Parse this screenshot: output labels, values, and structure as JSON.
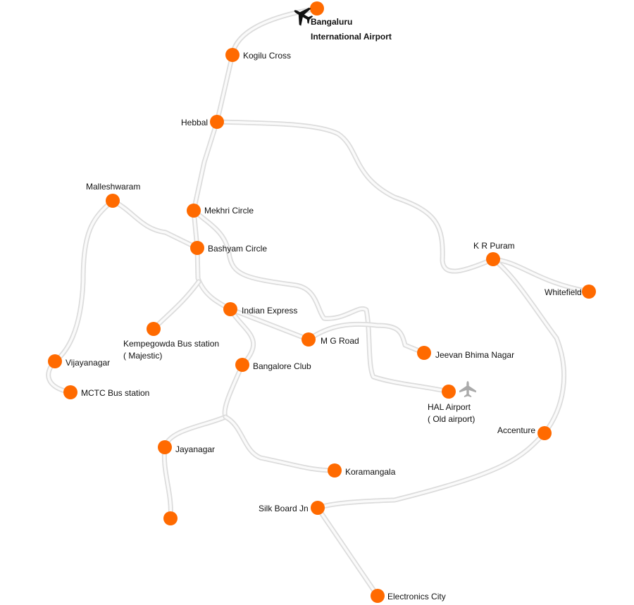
{
  "accent_color": "#ff6a00",
  "road_color": "#dcdcdc",
  "airport": {
    "line1": "Bangaluru",
    "line2": "International Airport",
    "icon": "airplane-icon"
  },
  "stations": [
    {
      "id": "kogilu",
      "name": "Kogilu Cross"
    },
    {
      "id": "hebbal",
      "name": "Hebbal"
    },
    {
      "id": "malleshwaram",
      "name": "Malleshwaram"
    },
    {
      "id": "mekhri",
      "name": "Mekhri Circle"
    },
    {
      "id": "bashyam",
      "name": "Bashyam Circle"
    },
    {
      "id": "indian-express",
      "name": "Indian Express"
    },
    {
      "id": "kempegowda",
      "name": "Kempegowda Bus station",
      "name2": "( Majestic)"
    },
    {
      "id": "mg-road",
      "name": "M G Road"
    },
    {
      "id": "bangalore-club",
      "name": "Bangalore Club"
    },
    {
      "id": "vijayanagar",
      "name": "Vijayanagar"
    },
    {
      "id": "mctc",
      "name": "MCTC Bus station"
    },
    {
      "id": "jeevan-bhima",
      "name": "Jeevan Bhima Nagar"
    },
    {
      "id": "hal",
      "name": "HAL Airport",
      "name2": "( Old airport)"
    },
    {
      "id": "kr-puram",
      "name": "K R Puram"
    },
    {
      "id": "whitefield",
      "name": "Whitefield"
    },
    {
      "id": "accenture",
      "name": "Accenture"
    },
    {
      "id": "jayanagar",
      "name": "Jayanagar"
    },
    {
      "id": "koramangala",
      "name": "Koramangala"
    },
    {
      "id": "silk-board",
      "name": "Silk Board Jn"
    },
    {
      "id": "electronics-city",
      "name": "Electronics City"
    }
  ]
}
